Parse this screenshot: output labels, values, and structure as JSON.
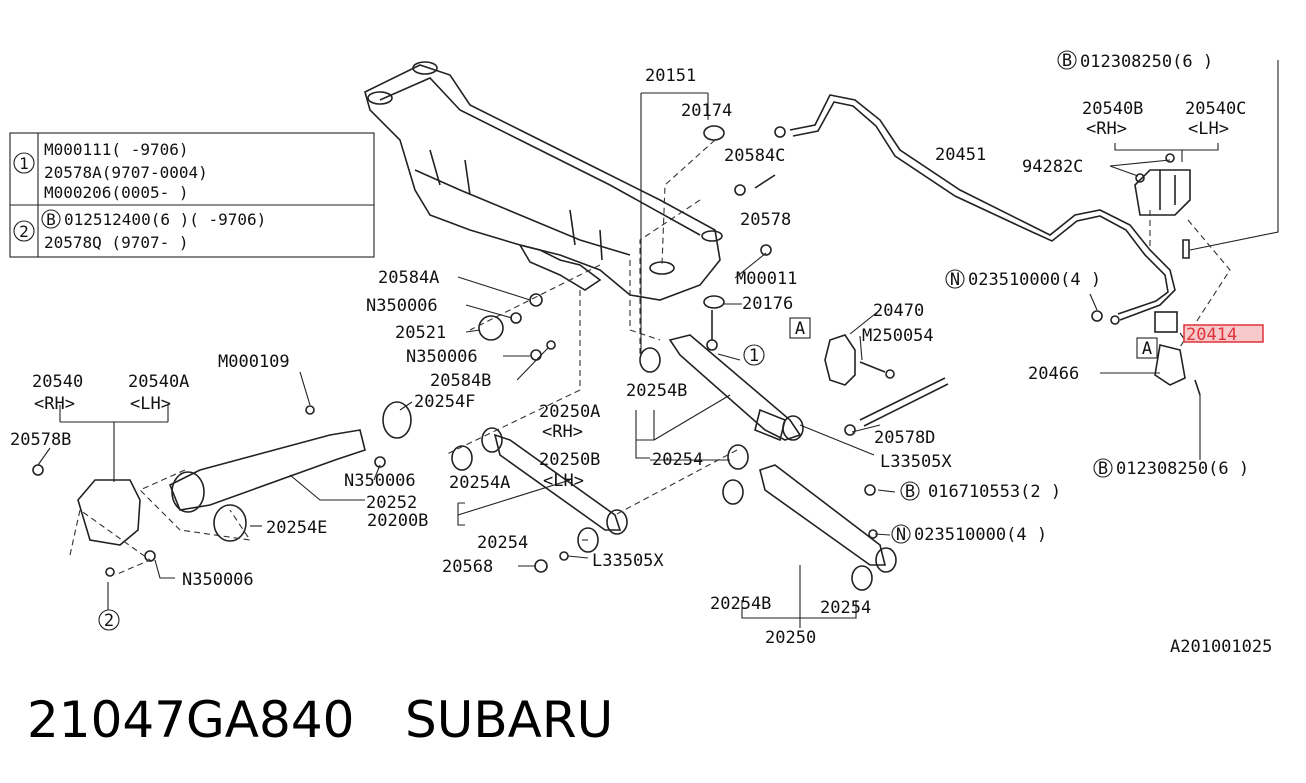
{
  "legend_table": {
    "row1": {
      "marker": "1",
      "lines": [
        "M000111(      -9706)",
        "20578A(9707-0004)",
        "M000206(0005-     )"
      ]
    },
    "row2": {
      "marker": "2",
      "b_mark": "B",
      "lines": [
        "012512400(6 )(      -9706)",
        "20578Q            (9707-     )"
      ]
    }
  },
  "labels": {
    "l20151": "20151",
    "l20174": "20174",
    "l20584C": "20584C",
    "l20578": "20578",
    "l20451": "20451",
    "b012308250_top": "012308250(6 )",
    "l20540B": "20540B",
    "l20540C": "20540C",
    "rh_top": "<RH>",
    "lh_top": "<LH>",
    "l94282C": "94282C",
    "n023510000_a": "023510000(4 )",
    "l20414": "20414",
    "l20466": "20466",
    "b012308250_bot": "012308250(6 )",
    "l20584A": "20584A",
    "l_N350006_a": "N350006",
    "l20521": "20521",
    "l_N350006_b": "N350006",
    "l20584B": "20584B",
    "l_M000111": "M00011",
    "l20176": "20176",
    "l20470": "20470",
    "l_M250054": "M250054",
    "l_M000109": "M000109",
    "l20254F": "20254F",
    "l20540": "20540",
    "l20540A": "20540A",
    "rh_left": "<RH>",
    "lh_left": "<LH>",
    "l20578B": "20578B",
    "l20254B_a": "20254B",
    "l20250A": "20250A",
    "rh_mid": "<RH>",
    "l20578D": "20578D",
    "l_L33505X_a": "L33505X",
    "l20250B": "20250B",
    "l20254_a": "20254",
    "l_N350006_c": "N350006",
    "l20254A": "20254A",
    "lh_mid": "<LH>",
    "l20252": "20252",
    "l20200B": "20200B",
    "l20254E": "20254E",
    "b016710553": "016710553(2 )",
    "l20254_b": "20254",
    "n023510000_b": "023510000(4 )",
    "l_L33505X_b": "L33505X",
    "l20568": "20568",
    "l_N350006_d": "N350006",
    "l20254B_b": "20254B",
    "l20254_c": "20254",
    "l20250": "20250",
    "doc_code": "A201001025",
    "circle_1": "1",
    "circle_2": "2",
    "box_a1": "A",
    "box_a2": "A",
    "b_mark": "B",
    "n_mark": "N"
  },
  "footer": {
    "part_number": "21047GA840",
    "brand": "SUBARU"
  },
  "colors": {
    "highlight": "#e0333a",
    "line": "#222222"
  }
}
